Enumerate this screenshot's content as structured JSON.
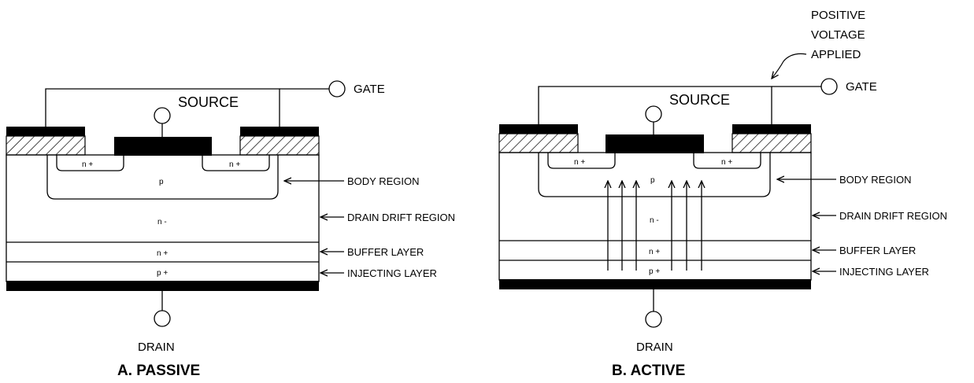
{
  "panels": [
    {
      "caption": "A. PASSIVE",
      "terminals": {
        "gate": "GATE",
        "source": "SOURCE",
        "drain": "DRAIN"
      },
      "regions": {
        "n_plus_left": "n +",
        "n_plus_right": "n +",
        "p_body": "p",
        "n_minus": "n -",
        "n_plus_buffer": "n +",
        "p_plus_injecting": "p +"
      },
      "labels": {
        "body_region": "BODY REGION",
        "drain_drift_region": "DRAIN DRIFT REGION",
        "buffer_layer": "BUFFER LAYER",
        "injecting_layer": "INJECTING LAYER"
      }
    },
    {
      "caption": "B. ACTIVE",
      "annotation": [
        "POSITIVE",
        "VOLTAGE",
        "APPLIED"
      ],
      "terminals": {
        "gate": "GATE",
        "source": "SOURCE",
        "drain": "DRAIN"
      },
      "regions": {
        "n_plus_left": "n +",
        "n_plus_right": "n +",
        "p_body": "p",
        "n_minus": "n -",
        "n_plus_buffer": "n +",
        "p_plus_injecting": "p +"
      },
      "labels": {
        "body_region": "BODY REGION",
        "drain_drift_region": "DRAIN DRIFT REGION",
        "buffer_layer": "BUFFER LAYER",
        "injecting_layer": "INJECTING LAYER"
      }
    }
  ]
}
